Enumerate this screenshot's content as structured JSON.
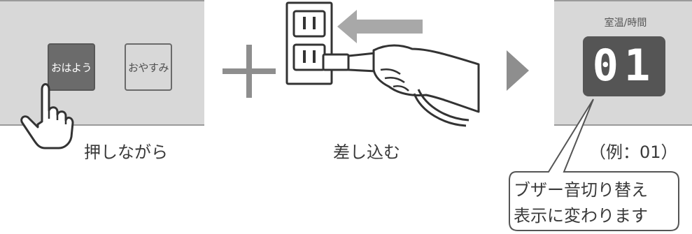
{
  "panel_left": {
    "button_ohayo_label": "おはよう",
    "button_oyasumi_label": "おやすみ",
    "caption": "押しながら"
  },
  "plug_step": {
    "caption": "差し込む"
  },
  "display": {
    "label": "室温/時間",
    "value": "01",
    "example_caption": "（例：01）"
  },
  "callout": {
    "line1": "ブザー音切り替え",
    "line2": "表示に変わります"
  },
  "icons": [
    "pointing-hand-icon",
    "plus-icon",
    "outlet-plug-icon",
    "arrow-left-icon",
    "play-triangle-icon"
  ],
  "colors": {
    "panel": "#d8d8d8",
    "button_active": "#6b6b6b",
    "display_bg": "#555555",
    "accent_gray": "#8e8e8e"
  }
}
